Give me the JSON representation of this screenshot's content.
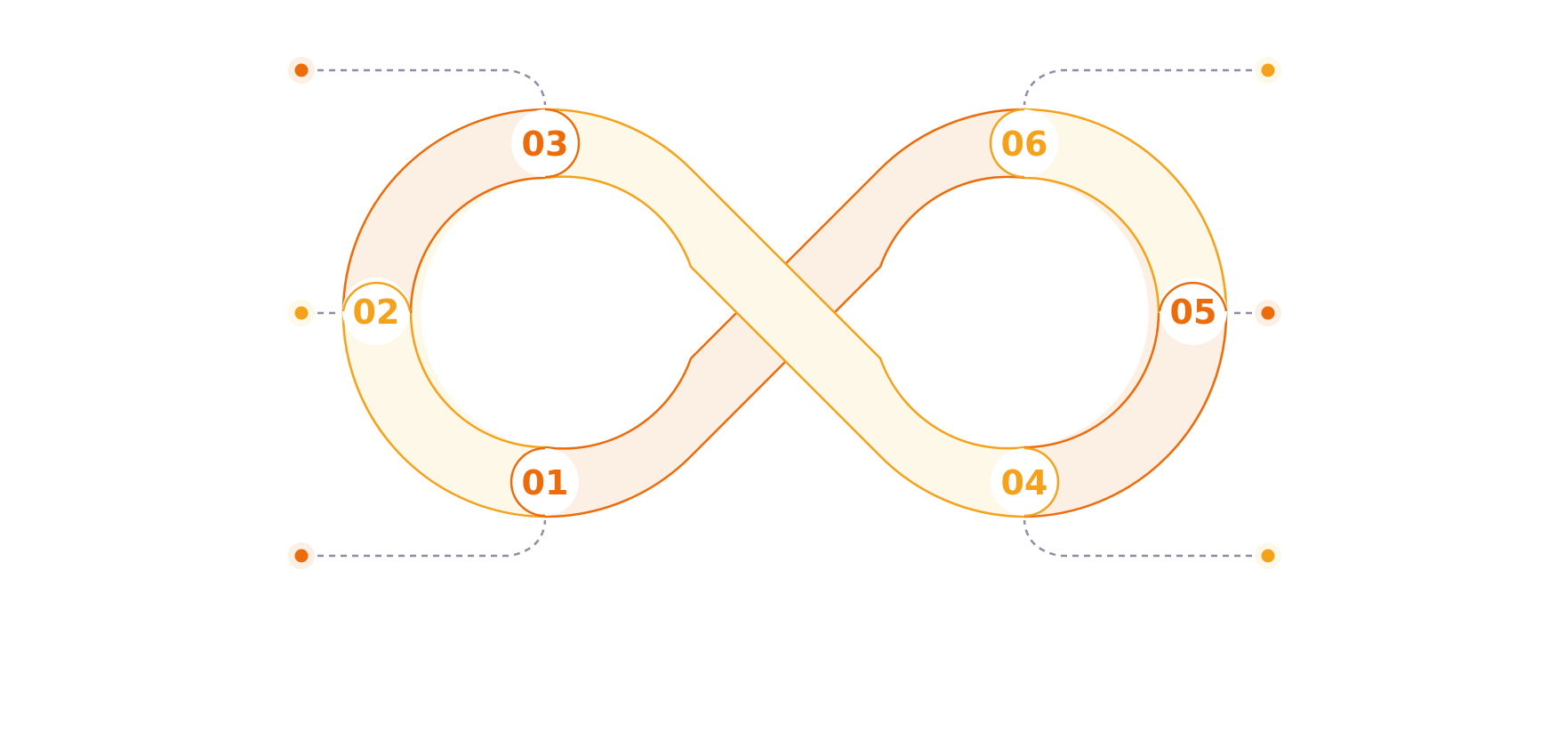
{
  "colors": {
    "dark_orange": "#EC6B0B",
    "light_orange": "#F4A21B",
    "band_dark_fill": "#FCEFE3",
    "band_light_fill": "#FEF8E9",
    "connector": "#8C8FA3",
    "badge_fill": "#FFFFFF"
  },
  "steps": [
    {
      "label": "01",
      "color": "#EC6B0B"
    },
    {
      "label": "02",
      "color": "#F4A21B"
    },
    {
      "label": "03",
      "color": "#EC6B0B"
    },
    {
      "label": "04",
      "color": "#F4A21B"
    },
    {
      "label": "05",
      "color": "#EC6B0B"
    },
    {
      "label": "06",
      "color": "#F4A21B"
    }
  ],
  "endpoints": {
    "left_top": {
      "color": "#EC6B0B"
    },
    "left_mid": {
      "color": "#F4A21B"
    },
    "left_bottom": {
      "color": "#EC6B0B"
    },
    "right_top": {
      "color": "#F4A21B"
    },
    "right_mid": {
      "color": "#EC6B0B"
    },
    "right_bottom": {
      "color": "#F4A21B"
    }
  }
}
